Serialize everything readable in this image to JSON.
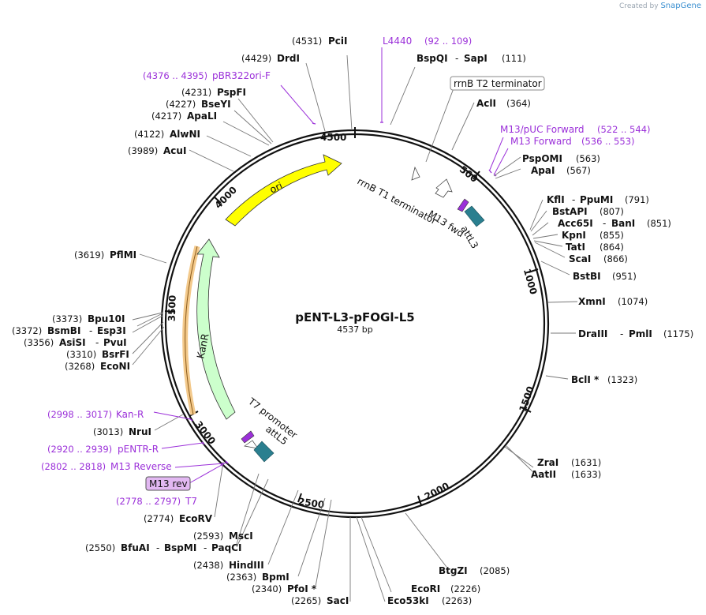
{
  "brand": {
    "created_by": "Created by",
    "app": "SnapGene"
  },
  "plasmid": {
    "name": "pENT-L3-pFOGl-L5",
    "length": "4537 bp"
  },
  "ticks": [
    "500",
    "1000",
    "1500",
    "2000",
    "2500",
    "3000",
    "3500",
    "4000",
    "4500"
  ],
  "features": {
    "ori": "ori",
    "kanr": "KanR",
    "rrnb_t1": "rrnB T1 terminator",
    "m13_fwd": "M13 fwd",
    "attl3": "attL3",
    "t7_promoter": "T7 promoter",
    "attl5": "attL5"
  },
  "boxed_labels": {
    "rrnb_t2": "rrnB T2 terminator",
    "m13_rev": "M13 rev"
  },
  "primers": [
    {
      "name": "L4440",
      "pos": "(92 .. 109)"
    },
    {
      "name": "M13/pUC Forward",
      "pos": "(522 .. 544)"
    },
    {
      "name": "M13 Forward",
      "pos": "(536 .. 553)"
    },
    {
      "name": "pBR322ori-F",
      "pos": "(4376 .. 4395)"
    },
    {
      "name": "Kan-R",
      "pos": "(2998 .. 3017)"
    },
    {
      "name": "pENTR-R",
      "pos": "(2920 .. 2939)"
    },
    {
      "name": "M13 Reverse",
      "pos": "(2802 .. 2818)"
    },
    {
      "name": "T7",
      "pos": "(2778 .. 2797)"
    }
  ],
  "enzymes_right": [
    {
      "name": "BspQI",
      "name2": "SapI",
      "pos": "(111)"
    },
    {
      "name": "AclI",
      "name2": "",
      "pos": "(364)"
    },
    {
      "name": "PspOMI",
      "name2": "",
      "pos": "(563)"
    },
    {
      "name": "ApaI",
      "name2": "",
      "pos": "(567)"
    },
    {
      "name": "KflI",
      "name2": "PpuMI",
      "pos": "(791)"
    },
    {
      "name": "BstAPI",
      "name2": "",
      "pos": "(807)"
    },
    {
      "name": "Acc65I",
      "name2": "BanI",
      "pos": "(851)"
    },
    {
      "name": "KpnI",
      "name2": "",
      "pos": "(855)"
    },
    {
      "name": "TatI",
      "name2": "",
      "pos": "(864)"
    },
    {
      "name": "ScaI",
      "name2": "",
      "pos": "(866)"
    },
    {
      "name": "BstBI",
      "name2": "",
      "pos": "(951)"
    },
    {
      "name": "XmnI",
      "name2": "",
      "pos": "(1074)"
    },
    {
      "name": "DraIII",
      "name2": "PmlI",
      "pos": "(1175)"
    },
    {
      "name": "BclI *",
      "name2": "",
      "pos": "(1323)"
    },
    {
      "name": "ZraI",
      "name2": "",
      "pos": "(1631)"
    },
    {
      "name": "AatII",
      "name2": "",
      "pos": "(1633)"
    },
    {
      "name": "BtgZI",
      "name2": "",
      "pos": "(2085)"
    },
    {
      "name": "EcoRI",
      "name2": "",
      "pos": "(2226)"
    },
    {
      "name": "Eco53kI",
      "name2": "",
      "pos": "(2263)"
    }
  ],
  "enzymes_left": [
    {
      "pos": "(4531)",
      "name": "PciI",
      "name2": ""
    },
    {
      "pos": "(4429)",
      "name": "DrdI",
      "name2": ""
    },
    {
      "pos": "(4231)",
      "name": "PspFI",
      "name2": ""
    },
    {
      "pos": "(4227)",
      "name": "BseYI",
      "name2": ""
    },
    {
      "pos": "(4217)",
      "name": "ApaLI",
      "name2": ""
    },
    {
      "pos": "(4122)",
      "name": "AlwNI",
      "name2": ""
    },
    {
      "pos": "(3989)",
      "name": "AcuI",
      "name2": ""
    },
    {
      "pos": "(3619)",
      "name": "PflMI",
      "name2": ""
    },
    {
      "pos": "(3373)",
      "name": "Bpu10I",
      "name2": ""
    },
    {
      "pos": "(3372)",
      "name": "BsmBI",
      "name2": "Esp3I"
    },
    {
      "pos": "(3356)",
      "name": "AsiSI",
      "name2": "PvuI"
    },
    {
      "pos": "(3310)",
      "name": "BsrFI",
      "name2": ""
    },
    {
      "pos": "(3268)",
      "name": "EcoNI",
      "name2": ""
    },
    {
      "pos": "(3013)",
      "name": "NruI",
      "name2": ""
    },
    {
      "pos": "(2774)",
      "name": "EcoRV",
      "name2": ""
    },
    {
      "pos": "(2593)",
      "name": "MscI",
      "name2": ""
    },
    {
      "pos": "(2550)",
      "name": "BfuAI",
      "name2": "BspMI",
      "name3": "PaqCI"
    },
    {
      "pos": "(2438)",
      "name": "HindIII",
      "name2": ""
    },
    {
      "pos": "(2363)",
      "name": "BpmI",
      "name2": ""
    },
    {
      "pos": "(2340)",
      "name": "PfoI *",
      "name2": ""
    },
    {
      "pos": "(2265)",
      "name": "SacI",
      "name2": ""
    }
  ],
  "colors": {
    "ori": "#ffff00",
    "kanr": "#ccffcc",
    "kanr_primer_band": "#f3c98b",
    "att": "#2a7f8f",
    "primer": "#9b30d9",
    "m13_rev_box": "#e2b8f2"
  }
}
